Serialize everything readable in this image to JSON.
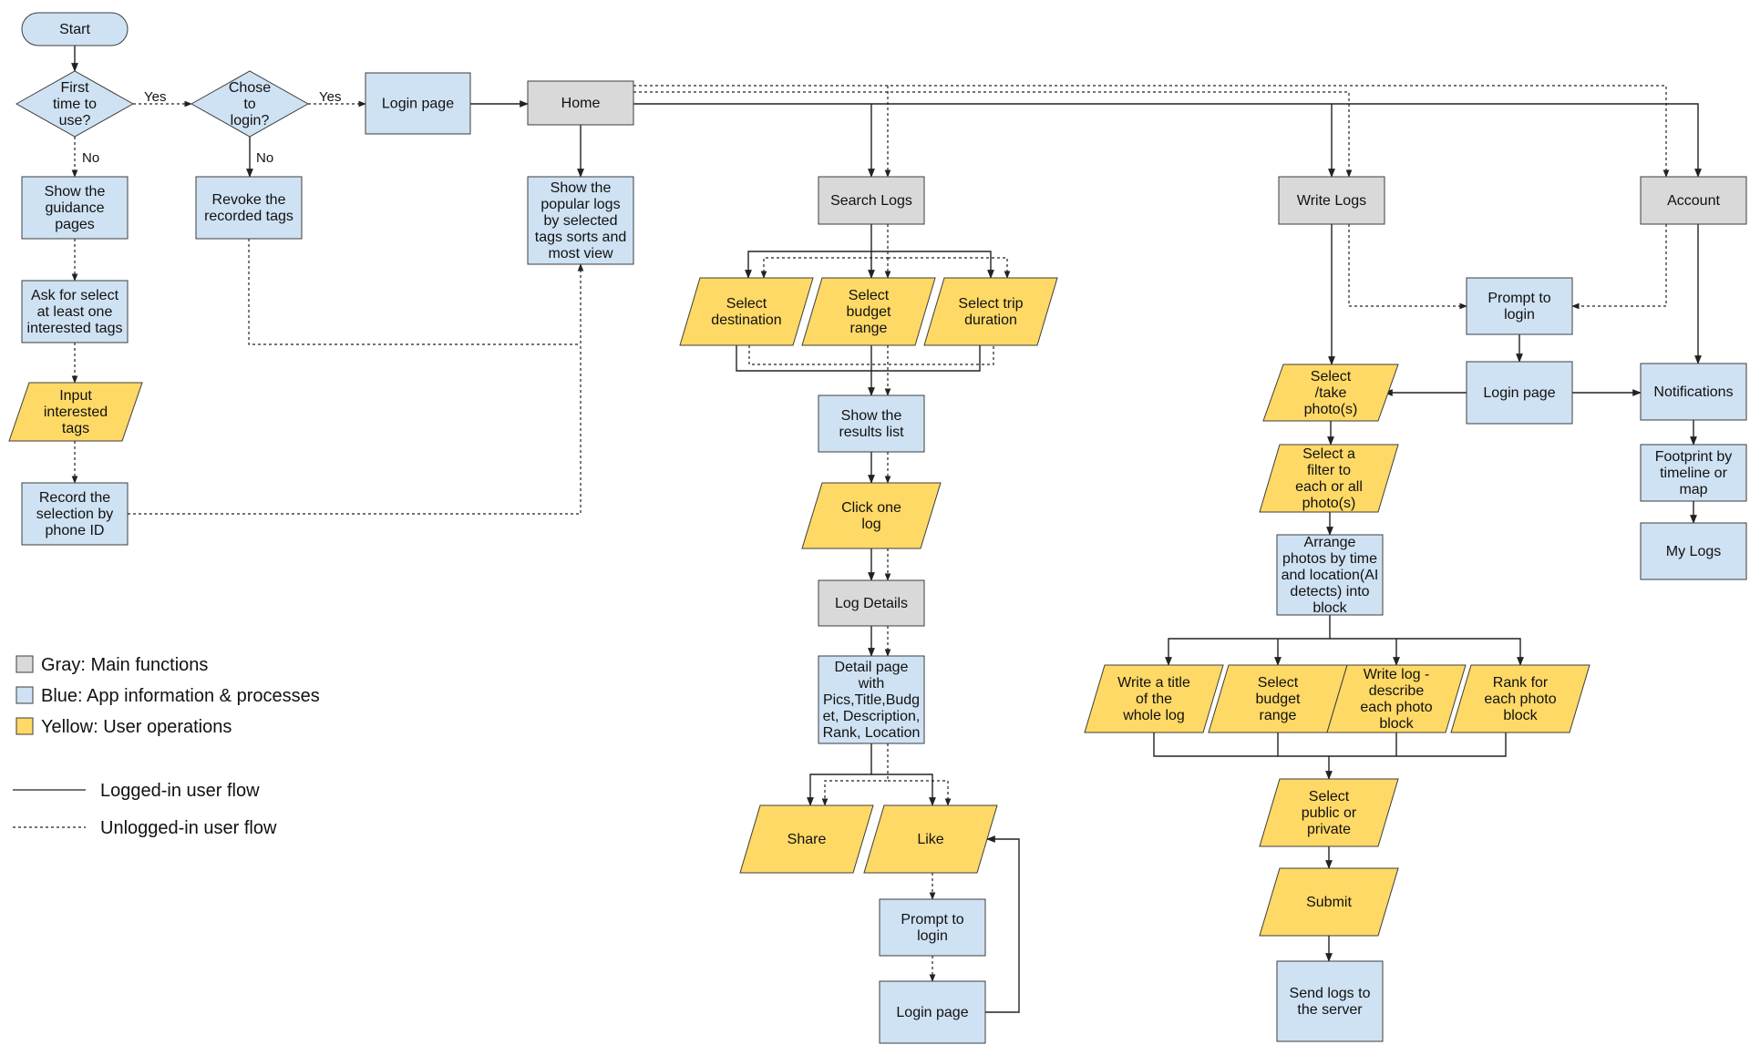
{
  "colors": {
    "gray": "#d9d9d9",
    "blue": "#cfe2f3",
    "yellow": "#ffd966",
    "start": "#cfe2f3",
    "stroke": "#3d3d3d",
    "edge": "#222222"
  },
  "nodes": {
    "start": {
      "label": "Start",
      "color": "blue"
    },
    "first_time": {
      "label": "First\ntime to\nuse?",
      "color": "blue"
    },
    "chose_login": {
      "label": "Chose\nto\nlogin?",
      "color": "blue"
    },
    "login_top": {
      "label": "Login page",
      "color": "blue"
    },
    "home": {
      "label": "Home",
      "color": "gray"
    },
    "guidance": {
      "label": "Show the\nguidance\npages",
      "color": "blue"
    },
    "ask_tags": {
      "label": "Ask for select\nat least one\ninterested tags",
      "color": "blue"
    },
    "input_tags": {
      "label": "Input\ninterested\ntags",
      "color": "yellow"
    },
    "record": {
      "label": "Record the\nselection by\nphone ID",
      "color": "blue"
    },
    "revoke": {
      "label": "Revoke the\nrecorded tags",
      "color": "blue"
    },
    "popular": {
      "label": "Show the\npopular logs\nby selected\ntags sorts and\nmost view",
      "color": "blue"
    },
    "search_logs": {
      "label": "Search Logs",
      "color": "gray"
    },
    "sel_dest": {
      "label": "Select\ndestination",
      "color": "yellow"
    },
    "sel_budget": {
      "label": "Select\nbudget\nrange",
      "color": "yellow"
    },
    "sel_trip": {
      "label": "Select trip\nduration",
      "color": "yellow"
    },
    "results": {
      "label": "Show the\nresults list",
      "color": "blue"
    },
    "click_log": {
      "label": "Click one\nlog",
      "color": "yellow"
    },
    "log_details": {
      "label": "Log Details",
      "color": "gray"
    },
    "detail_page": {
      "label": "Detail page\nwith\nPics,Title,Budg\net, Description,\nRank, Location",
      "color": "blue"
    },
    "share": {
      "label": "Share",
      "color": "yellow"
    },
    "like": {
      "label": "Like",
      "color": "yellow"
    },
    "prompt_mid": {
      "label": "Prompt to\nlogin",
      "color": "blue"
    },
    "login_mid": {
      "label": "Login page",
      "color": "blue"
    },
    "write_logs": {
      "label": "Write Logs",
      "color": "gray"
    },
    "account": {
      "label": "Account",
      "color": "gray"
    },
    "prompt_right": {
      "label": "Prompt to\nlogin",
      "color": "blue"
    },
    "login_right": {
      "label": "Login page",
      "color": "blue"
    },
    "select_photo": {
      "label": "Select\n/take\nphoto(s)",
      "color": "yellow"
    },
    "notifications": {
      "label": "Notifications",
      "color": "blue"
    },
    "filter": {
      "label": "Select a\nfilter to\neach or all\nphoto(s)",
      "color": "yellow"
    },
    "footprint": {
      "label": "Footprint by\ntimeline or\nmap",
      "color": "blue"
    },
    "arrange": {
      "label": "Arrange\nphotos by time\nand location(AI\ndetects) into\nblock",
      "color": "blue"
    },
    "my_logs": {
      "label": "My Logs",
      "color": "blue"
    },
    "write_title": {
      "label": "Write a title\nof the\nwhole log",
      "color": "yellow"
    },
    "w_budget": {
      "label": "Select\nbudget\nrange",
      "color": "yellow"
    },
    "write_desc": {
      "label": "Write log -\ndescribe\neach photo\nblock",
      "color": "yellow"
    },
    "rank": {
      "label": "Rank for\neach photo\nblock",
      "color": "yellow"
    },
    "public": {
      "label": "Select\npublic or\nprivate",
      "color": "yellow"
    },
    "submit": {
      "label": "Submit",
      "color": "yellow"
    },
    "send": {
      "label": "Send logs to\nthe server",
      "color": "blue"
    }
  },
  "edge_labels": {
    "yes1": "Yes",
    "yes2": "Yes",
    "no1": "No",
    "no2": "No"
  },
  "legend": {
    "gray": "Gray: Main functions",
    "blue": "Blue: App information & processes",
    "yellow": "Yellow: User operations",
    "solid": "Logged-in user flow",
    "dashed": "Unlogged-in user flow"
  }
}
